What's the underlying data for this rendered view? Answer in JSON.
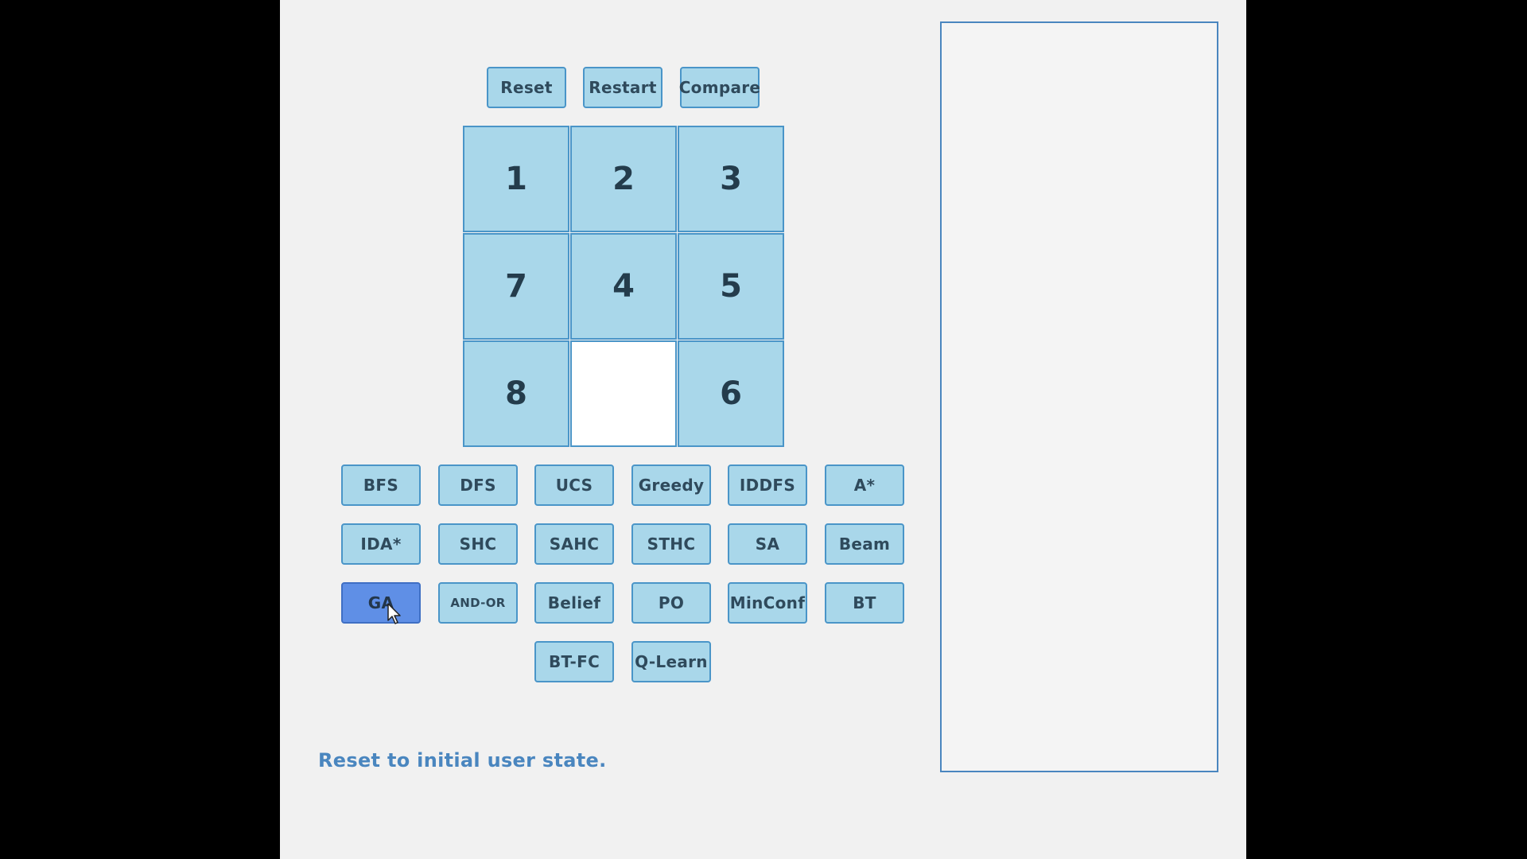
{
  "toolbar": {
    "reset_label": "Reset",
    "restart_label": "Restart",
    "compare_label": "Compare"
  },
  "board": {
    "tiles": [
      "1",
      "2",
      "3",
      "7",
      "4",
      "5",
      "8",
      "",
      "6"
    ]
  },
  "algorithms": {
    "row1": [
      "BFS",
      "DFS",
      "UCS",
      "Greedy",
      "IDDFS",
      "A*"
    ],
    "row2": [
      "IDA*",
      "SHC",
      "SAHC",
      "STHC",
      "SA",
      "Beam"
    ],
    "row3": [
      "GA",
      "AND-OR",
      "Belief",
      "PO",
      "MinConf",
      "BT"
    ],
    "row4": [
      "BT-FC",
      "Q-Learn"
    ],
    "active": "GA"
  },
  "status": {
    "message": "Reset to initial user state."
  },
  "colors": {
    "button_bg": "#a9d7ea",
    "button_border": "#4a95c8",
    "active_button_bg": "#5f8fe6",
    "status_text": "#4a86bf"
  },
  "icons": {
    "cursor": "mouse-pointer-icon"
  }
}
